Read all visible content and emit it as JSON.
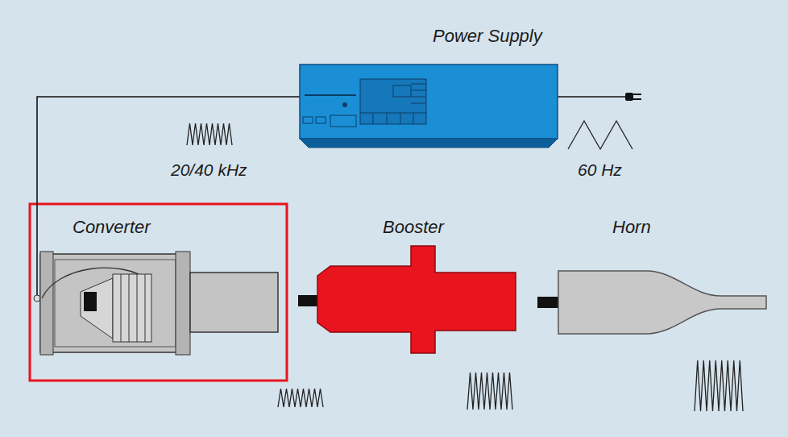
{
  "diagram": {
    "nodes": [
      {
        "text": [
          "Power Supply"
        ]
      },
      {
        "text": [
          "Converter"
        ]
      },
      {
        "text": [
          "Booster"
        ]
      },
      {
        "text": [
          "Horn"
        ]
      }
    ],
    "edges": [
      {
        "from": 0,
        "to": 1,
        "arrow": "none"
      }
    ],
    "labels": [
      "20/40 kHz",
      "60 Hz"
    ]
  }
}
